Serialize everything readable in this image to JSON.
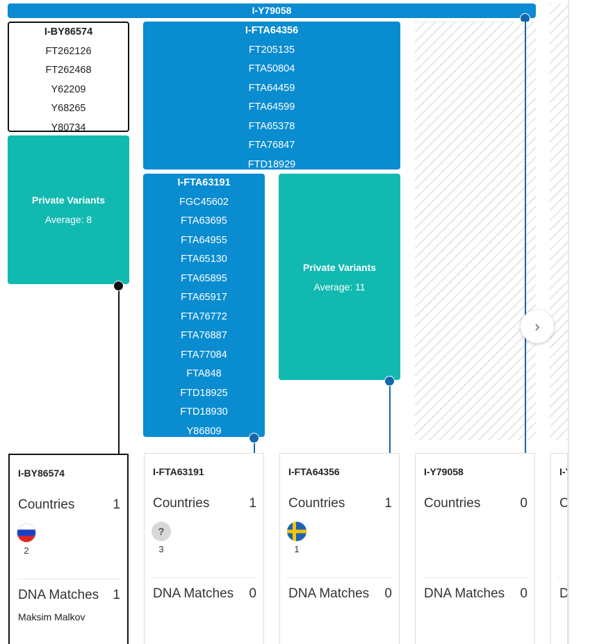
{
  "top_bar": {
    "label": "I-Y79058"
  },
  "blocks": {
    "by86574": {
      "header": "I-BY86574",
      "variants": [
        "FT262126",
        "FT262468",
        "Y62209",
        "Y68265",
        "Y80734"
      ]
    },
    "fta64356": {
      "header": "I-FTA64356",
      "variants": [
        "FT205135",
        "FTA50804",
        "FTA64459",
        "FTA64599",
        "FTA65378",
        "FTA76847",
        "FTD18929"
      ]
    },
    "fta63191": {
      "header": "I-FTA63191",
      "variants": [
        "FGC45602",
        "FTA63695",
        "FTA64955",
        "FTA65130",
        "FTA65895",
        "FTA65917",
        "FTA76772",
        "FTA76887",
        "FTA77084",
        "FTA848",
        "FTD18925",
        "FTD18930",
        "Y86809"
      ]
    },
    "private_left": {
      "title": "Private Variants",
      "average": "Average: 8"
    },
    "private_right": {
      "title": "Private Variants",
      "average": "Average: 11"
    }
  },
  "cards": [
    {
      "title": "I-BY86574",
      "countries_label": "Countries",
      "countries_count": "1",
      "flag": "russia-flag",
      "flag_count": "2",
      "matches_label": "DNA Matches",
      "matches_count": "1",
      "match_name": "Maksim Malkov"
    },
    {
      "title": "I-FTA63191",
      "countries_label": "Countries",
      "countries_count": "1",
      "flag": "unknown-flag",
      "flag_glyph": "?",
      "flag_count": "3",
      "matches_label": "DNA Matches",
      "matches_count": "0"
    },
    {
      "title": "I-FTA64356",
      "countries_label": "Countries",
      "countries_count": "1",
      "flag": "sweden-flag",
      "flag_count": "1",
      "matches_label": "DNA Matches",
      "matches_count": "0"
    },
    {
      "title": "I-Y79058",
      "countries_label": "Countries",
      "countries_count": "0",
      "matches_label": "DNA Matches",
      "matches_count": "0"
    },
    {
      "title": "I-Y",
      "countries_label": "C",
      "matches_label": "D"
    }
  ],
  "nav": {
    "next_icon": "chevron-right-icon",
    "glyph": "›"
  },
  "colors": {
    "blue": "#0a8cd0",
    "teal": "#12b9b0",
    "connector": "#1466ae"
  }
}
